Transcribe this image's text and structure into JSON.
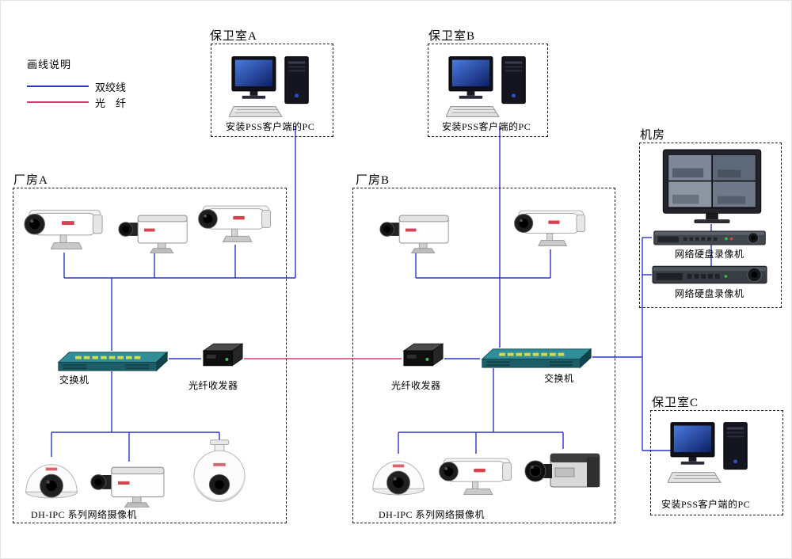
{
  "colors": {
    "twisted_pair": "#2b35c5",
    "fiber": "#d23a6e"
  },
  "legend": {
    "title": "画线说明",
    "twisted_pair_label": "双绞线",
    "fiber_label": "光　纤"
  },
  "zones": {
    "guard_room_a": {
      "label": "保卫室A",
      "pc_caption": "安装PSS客户端的PC"
    },
    "guard_room_b": {
      "label": "保卫室B",
      "pc_caption": "安装PSS客户端的PC"
    },
    "guard_room_c": {
      "label": "保卫室C",
      "pc_caption": "安装PSS客户端的PC"
    },
    "machine_room": {
      "label": "机房",
      "nvr_1_label": "网络硬盘录像机",
      "nvr_2_label": "网络硬盘录像机"
    },
    "factory_a": {
      "label": "厂房A",
      "switch_label": "交换机",
      "transceiver_label": "光纤收发器",
      "cameras_caption": "DH-IPC  系列网络摄像机"
    },
    "factory_b": {
      "label": "厂房B",
      "switch_label": "交换机",
      "transceiver_label": "光纤收发器",
      "cameras_caption": "DH-IPC  系列网络摄像机"
    }
  }
}
